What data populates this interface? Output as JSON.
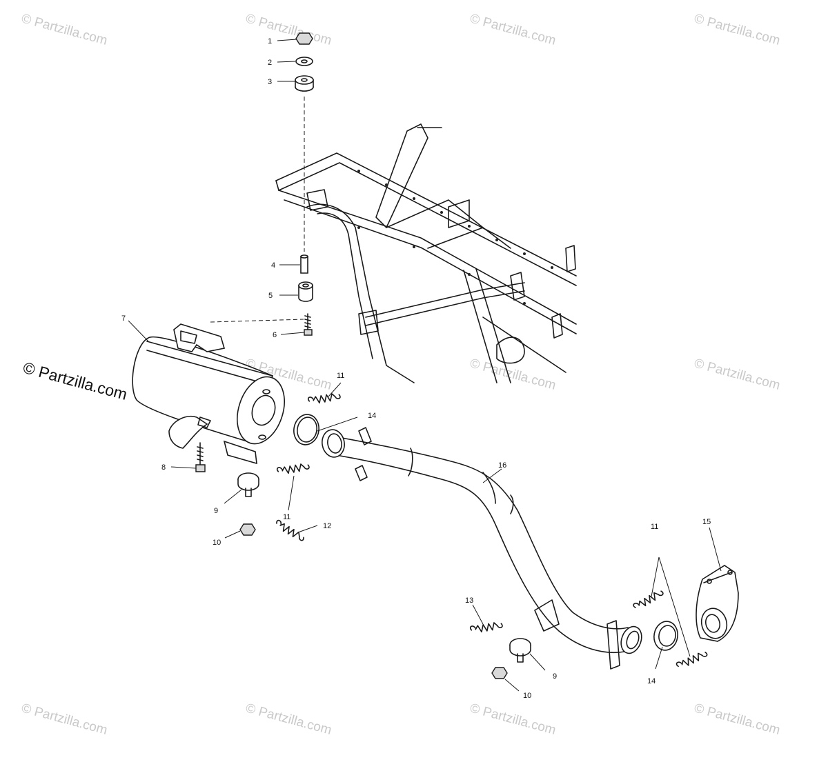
{
  "watermark": {
    "text": "© Partzilla.com",
    "main": "© Partzilla.com"
  },
  "callouts": {
    "c1": "1",
    "c2": "2",
    "c3": "3",
    "c4": "4",
    "c5": "5",
    "c6": "6",
    "c7": "7",
    "c8": "8",
    "c9a": "9",
    "c9b": "9",
    "c10a": "10",
    "c10b": "10",
    "c11a": "11",
    "c11b": "11",
    "c11c": "11",
    "c12": "12",
    "c13": "13",
    "c14a": "14",
    "c14b": "14",
    "c15": "15",
    "c16": "16"
  }
}
